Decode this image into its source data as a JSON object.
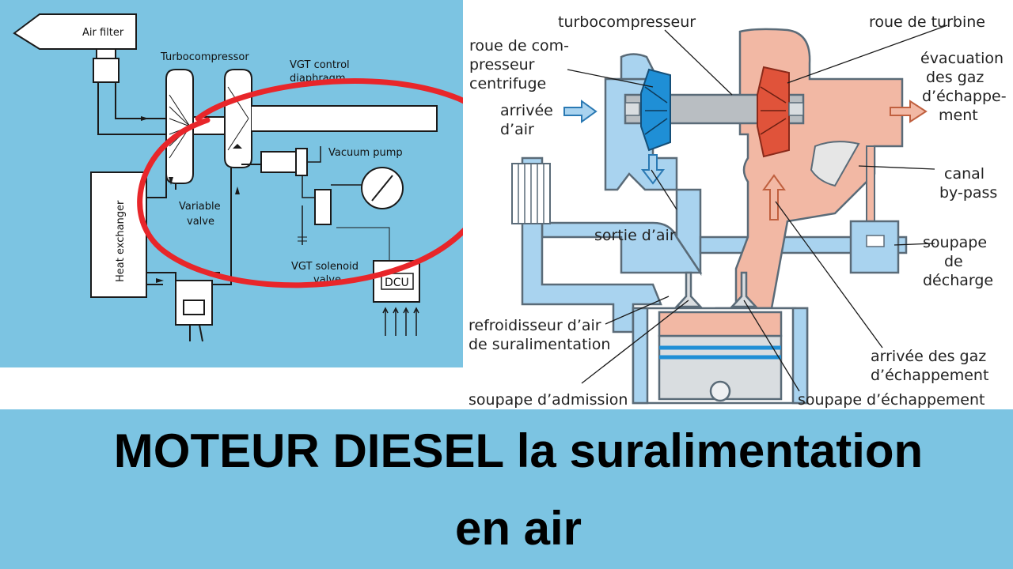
{
  "left_diagram": {
    "labels": {
      "air_filter": "Air filter",
      "turbocompressor": "Turbocompressor",
      "vgt_control": "VGT control",
      "diaphragm": "diaphragm",
      "vacuum_pump": "Vacuum pump",
      "variable_valve_1": "Variable",
      "variable_valve_2": "valve",
      "heat_exchanger": "Heat exchanger",
      "vgt_solenoid": "VGT solenoid",
      "valve_partial": "valve",
      "dcu": "DCU"
    }
  },
  "right_diagram": {
    "labels": {
      "turbocompresseur": "turbocompresseur",
      "roue_turbine": "roue de turbine",
      "roue_comp_1": "roue de com-",
      "roue_comp_2": "presseur",
      "roue_comp_3": "centrifuge",
      "arrivee_air_1": "arrivée",
      "arrivee_air_2": "d’air",
      "evacuation_1": "évacuation",
      "evacuation_2": "des gaz",
      "evacuation_3": "d’échappe-",
      "evacuation_4": "ment",
      "canal_1": "canal",
      "canal_2": "by-pass",
      "sortie_air": "sortie d’air",
      "soupape_decharge_1": "soupape",
      "soupape_decharge_2": "de",
      "soupape_decharge_3": "décharge",
      "refroidisseur_1": "refroidisseur d’air",
      "refroidisseur_2": "de suralimentation",
      "arrivee_gaz_1": "arrivée des gaz",
      "arrivee_gaz_2": "d’échappement",
      "soupape_admission": "soupape d’admission",
      "soupape_echappement": "soupape d’échappement"
    }
  },
  "banner": {
    "line1": "MOTEUR DIESEL la suralimentation",
    "line2": "en air"
  },
  "colors": {
    "banner_bg": "#7cc4e2",
    "highlight_ellipse": "#e8262a",
    "intake_blue": "#a9d3ef",
    "exhaust_salmon": "#f2b8a4",
    "compressor_wheel": "#1f8fd6",
    "turbine_wheel": "#e0533a"
  }
}
